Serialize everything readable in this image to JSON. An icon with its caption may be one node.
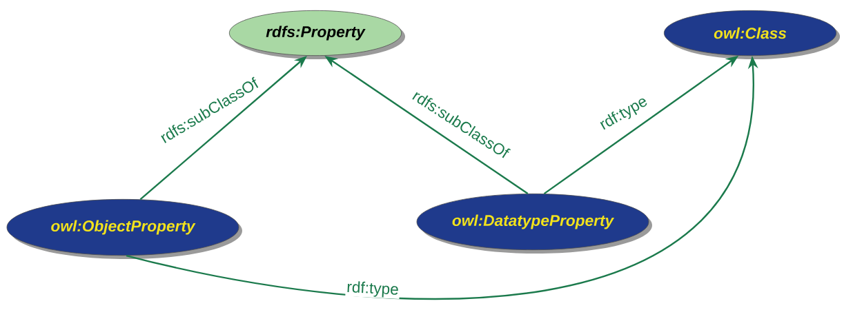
{
  "diagram": {
    "nodes": [
      {
        "text": [
          "rdfs:Property"
        ]
      },
      {
        "text": [
          "owl:Class"
        ]
      },
      {
        "text": [
          "owl:ObjectProperty"
        ]
      },
      {
        "text": [
          "owl:DatatypeProperty"
        ]
      }
    ],
    "edges": [
      {
        "from": 2,
        "to": 0,
        "arrow": "to",
        "label": "rdfs:subClassOf"
      },
      {
        "from": 3,
        "to": 0,
        "arrow": "to",
        "label": "rdfs:subClassOf"
      },
      {
        "from": 3,
        "to": 1,
        "arrow": "to",
        "label": "rdf:type"
      },
      {
        "from": 2,
        "to": 1,
        "arrow": "to",
        "label": "rdf:type"
      }
    ]
  }
}
